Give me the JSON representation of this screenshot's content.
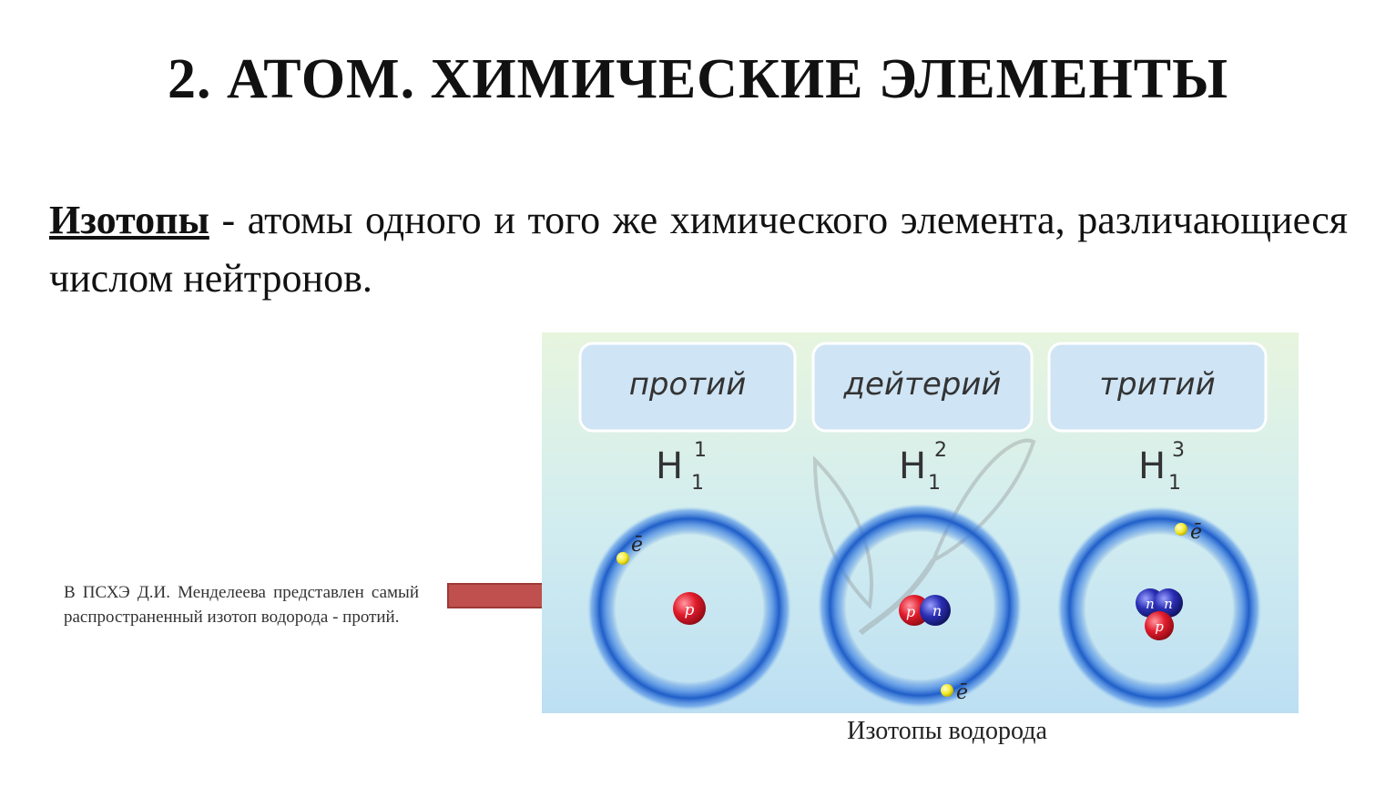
{
  "slide": {
    "title": "2. АТОМ. ХИМИЧЕСКИЕ ЭЛЕМЕНТЫ",
    "definition_term": "Изотопы",
    "definition_text": " - атомы одного и того же химического элемента, различающиеся числом нейтронов.",
    "side_note": "В ПСХЭ Д.И. Менделеева представлен самый распространенный изотоп водорода - протий.",
    "caption": "Изотопы водорода"
  },
  "diagram": {
    "isotopes": [
      {
        "name": "протий",
        "symbol": "H",
        "mass_number": "1",
        "atomic_number": "1",
        "protons": 1,
        "neutrons": 0
      },
      {
        "name": "дейтерий",
        "symbol": "H",
        "mass_number": "2",
        "atomic_number": "1",
        "protons": 1,
        "neutrons": 1
      },
      {
        "name": "тритий",
        "symbol": "H",
        "mass_number": "3",
        "atomic_number": "1",
        "protons": 1,
        "neutrons": 2
      }
    ],
    "proton_label": "p",
    "neutron_label": "n",
    "electron_label": "ē"
  },
  "colors": {
    "arrow": "#c0504d",
    "orbit": "#2f6fd1",
    "proton": "#e21b2b",
    "neutron": "#2a2fb5",
    "electron": "#f3ea2c",
    "label_box": "#cfe4f4"
  }
}
